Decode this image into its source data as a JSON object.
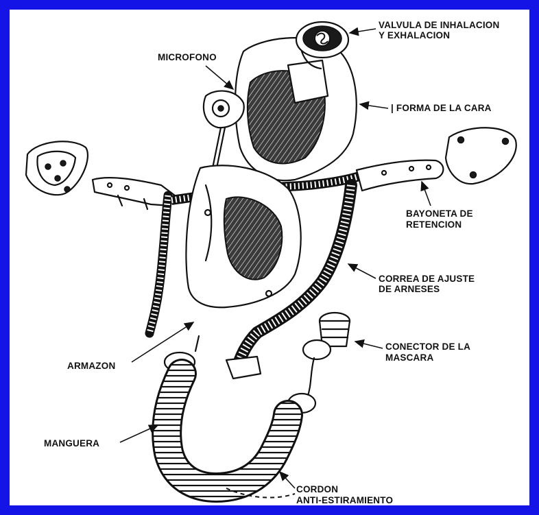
{
  "diagram": {
    "labels": {
      "valvula": [
        "VALVULA DE INHALACION",
        "Y EXHALACION"
      ],
      "microfono": "MICROFONO",
      "forma": "| FORMA DE LA CARA",
      "bayoneta": [
        "BAYONETA DE",
        "RETENCION"
      ],
      "correa": [
        "CORREA DE AJUSTE",
        "DE ARNESES"
      ],
      "conector": [
        "CONECTOR DE LA",
        "MASCARA"
      ],
      "armazon": "ARMAZON",
      "manguera": "MANGUERA",
      "cordon": [
        "CORDON",
        "ANTI-ESTIRAMIENTO"
      ]
    },
    "colors": {
      "frame": "#1414e6",
      "ink": "#111111",
      "paper": "#ffffff"
    }
  }
}
